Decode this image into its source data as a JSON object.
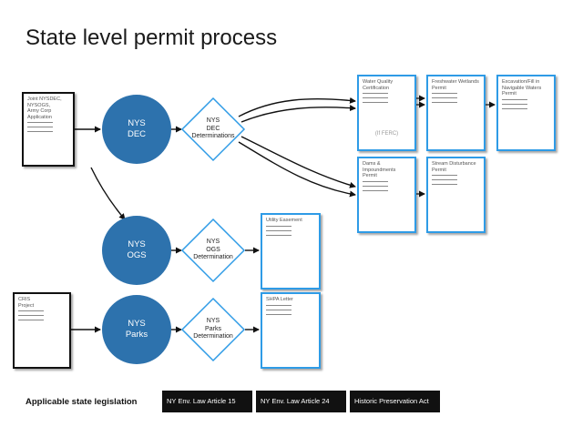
{
  "title": "State level permit process",
  "inputs": {
    "joint_application": "Joint NYSDEC,\nNYSOGS,\nArmy Corp\nApplication",
    "cris_project": "CRIS\nProject"
  },
  "agencies": {
    "dec": "NYS\nDEC",
    "ogs": "NYS\nOGS",
    "parks": "NYS\nParks"
  },
  "determinations": {
    "dec": "NYS\nDEC\nDeterminations",
    "ogs": "NYS\nOGS\nDetermination",
    "parks": "NYS\nParks\nDetermination"
  },
  "permits": {
    "water_quality": "Water Quality\nCertification",
    "water_quality_note": "(If FERC)",
    "freshwater_wetlands": "Freshwater Wetlands\nPermit",
    "excavation_fill": "Excavation/Fill in\nNavigable Waters\nPermit",
    "dams_impoundments": "Dams &\nImpoundments\nPermit",
    "stream_disturbance": "Stream Disturbance\nPermit",
    "utility_easement": "Utility Easement",
    "shpa_letter": "SHPA Letter"
  },
  "legislation": {
    "label": "Applicable state legislation",
    "items": [
      "NY Env. Law Article 15",
      "NY Env. Law Article 24",
      "Historic Preservation Act"
    ]
  },
  "colors": {
    "circle": "#2d72ad",
    "accent": "#2e9be6",
    "ink": "#111111"
  }
}
